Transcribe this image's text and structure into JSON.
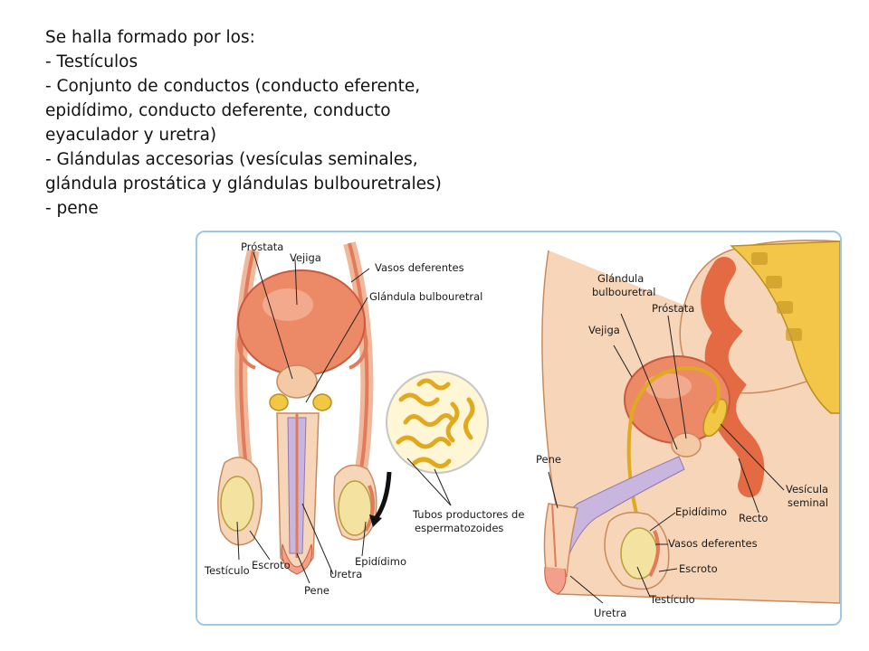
{
  "intro": {
    "lines": [
      "Se halla formado por los:",
      "- Testículos",
      "- Conjunto de conductos (conducto eferente,",
      "epidídimo, conducto deferente, conducto",
      "eyaculador y uretra)",
      "- Glándulas accesorias (vesículas seminales,",
      "glándula prostática y glándulas bulbouretrales)",
      "- pene"
    ]
  },
  "front_view": {
    "labels": {
      "prostata": "Próstata",
      "vejiga": "Vejiga",
      "vasos_deferentes": "Vasos deferentes",
      "glandula_bulbouretral": "Glándula bulbouretral",
      "tubos_1": "Tubos productores de",
      "tubos_2": "espermatozoides",
      "testiculo": "Testículo",
      "escroto": "Escroto",
      "pene": "Pene",
      "uretra": "Uretra",
      "epididimo": "Epidídimo"
    }
  },
  "side_view": {
    "labels": {
      "glandula_1": "Glándula",
      "glandula_2": "bulbouretral",
      "prostata": "Próstata",
      "vejiga": "Vejiga",
      "pene": "Pene",
      "vesicula_1": "Vesícula",
      "vesicula_2": "seminal",
      "epididimo": "Epidídimo",
      "recto": "Recto",
      "vasos_deferentes": "Vasos deferentes",
      "escroto": "Escroto",
      "uretra": "Uretra",
      "testiculo": "Testículo"
    }
  },
  "colors": {
    "frame_border": "#9fc8e8",
    "organ": "#e8735a",
    "skin": "#f6d5b8",
    "gland": "#f2c744",
    "urethra": "#b9a6cf"
  }
}
